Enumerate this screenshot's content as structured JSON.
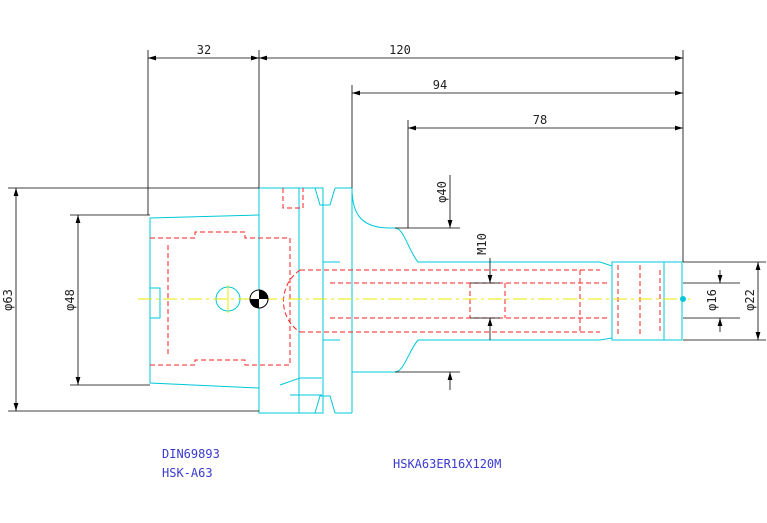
{
  "dimensions": {
    "len_32": "32",
    "len_120": "120",
    "len_94": "94",
    "len_78": "78",
    "dia_40": "φ40",
    "thread_m10": "M10",
    "dia_63": "φ63",
    "dia_48": "φ48",
    "dia_16": "φ16",
    "dia_22": "φ22"
  },
  "notes": {
    "standard": "DIN69893",
    "interface": "HSK-A63",
    "model": "HSKA63ER16X120M"
  },
  "colors": {
    "outline": "#00c8d8",
    "hidden": "#ff2020",
    "dimension": "#000000",
    "centerline": "#e8e800",
    "note_text": "#3a3ad0"
  }
}
